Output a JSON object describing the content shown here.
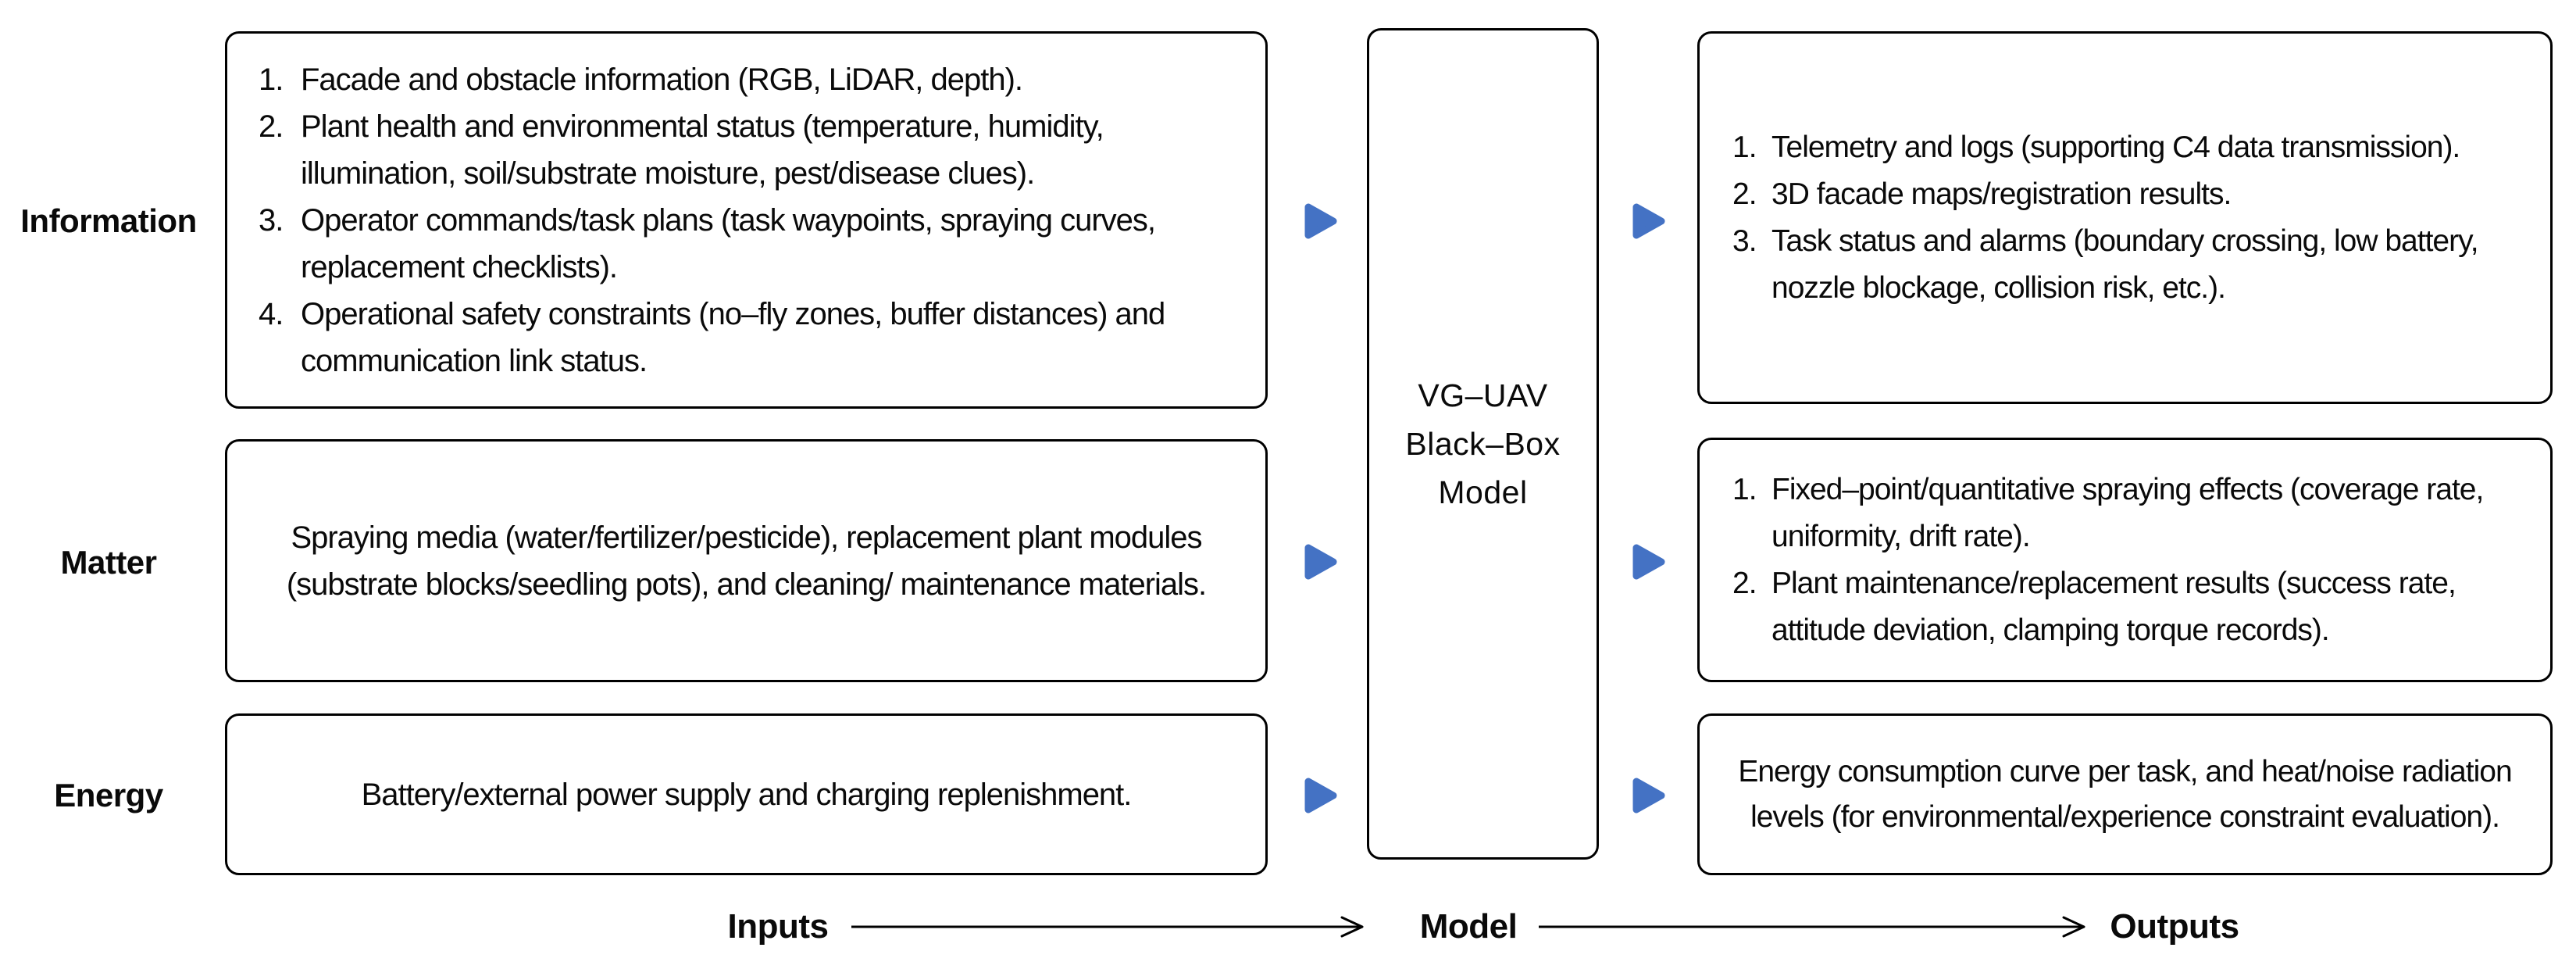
{
  "colors": {
    "arrow": "#4472C4",
    "border": "#000000",
    "background": "#ffffff"
  },
  "row_labels": {
    "information": "Information",
    "matter": "Matter",
    "energy": "Energy"
  },
  "inputs": {
    "information": {
      "items": [
        {
          "num": "1.",
          "text": "Facade and obstacle information (RGB, LiDAR, depth)."
        },
        {
          "num": "2.",
          "text": "Plant health and environmental status (temperature, humidity, illumination, soil/substrate moisture, pest/disease clues)."
        },
        {
          "num": "3.",
          "text": "Operator commands/task plans (task waypoints, spraying curves, replacement checklists)."
        },
        {
          "num": "4.",
          "text": "Operational safety constraints (no–fly zones, buffer distances) and communication link status."
        }
      ]
    },
    "matter": {
      "text": "Spraying media (water/fertilizer/pesticide), replacement plant modules (substrate blocks/seedling pots), and cleaning/ maintenance materials."
    },
    "energy": {
      "text": "Battery/external power supply and charging replenishment."
    }
  },
  "model": {
    "lines": [
      "VG–UAV",
      "Black–Box",
      "Model"
    ]
  },
  "outputs": {
    "information": {
      "items": [
        {
          "num": "1.",
          "text": "Telemetry and logs (supporting C4 data transmission)."
        },
        {
          "num": "2.",
          "text": "3D facade maps/registration results."
        },
        {
          "num": "3.",
          "text": "Task status and alarms (boundary crossing, low battery, nozzle blockage, collision risk, etc.)."
        }
      ]
    },
    "matter": {
      "items": [
        {
          "num": "1.",
          "text": "Fixed–point/quantitative spraying effects (coverage rate, uniformity, drift rate)."
        },
        {
          "num": "2.",
          "text": "Plant maintenance/replacement results (success rate, attitude deviation, clamping torque records)."
        }
      ]
    },
    "energy": {
      "text": "Energy consumption curve per task, and heat/noise radiation levels (for environmental/experience constraint evaluation)."
    }
  },
  "legend": {
    "inputs": "Inputs",
    "model": "Model",
    "outputs": "Outputs"
  }
}
